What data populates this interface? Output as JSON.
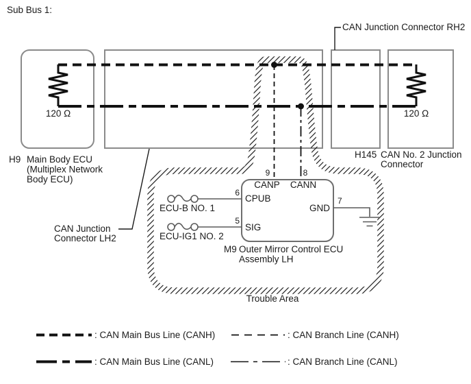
{
  "title": "Sub Bus 1:",
  "connectors": {
    "main_body_ecu": {
      "code": "H9",
      "line1": "Main Body ECU",
      "line2": "(Multiplex Network",
      "line3": "Body ECU)",
      "resistor": "120 Ω"
    },
    "junction_lh2": {
      "line1": "CAN Junction",
      "line2": "Connector LH2"
    },
    "junction_rh2": {
      "label": "CAN Junction Connector RH2"
    },
    "no2_junction": {
      "code": "H145",
      "line1": "CAN No. 2 Junction",
      "line2": "Connector",
      "resistor": "120 Ω"
    }
  },
  "ecu": {
    "code": "M9",
    "line1": "Outer Mirror Control ECU",
    "line2": "Assembly LH",
    "pins": {
      "canp": "CANP",
      "cann": "CANN",
      "cpub": "CPUB",
      "sig": "SIG",
      "gnd": "GND",
      "num_canp": "9",
      "num_cann": "8",
      "num_cpub": "6",
      "num_sig": "5",
      "num_gnd": "7"
    },
    "fuse1": "ECU-B NO. 1",
    "fuse2": "ECU-IG1 NO. 2"
  },
  "trouble_area": "Trouble Area",
  "legend": {
    "main_canh": ": CAN Main Bus Line (CANH)",
    "branch_canh": ": CAN Branch Line (CANH)",
    "main_canl": ": CAN Main Bus Line (CANL)",
    "branch_canl": ": CAN Branch Line (CANL)"
  },
  "colors": {
    "line": "#1a1a1a",
    "box_stroke": "#8a8a8a",
    "wire": "#5a5a5a"
  }
}
